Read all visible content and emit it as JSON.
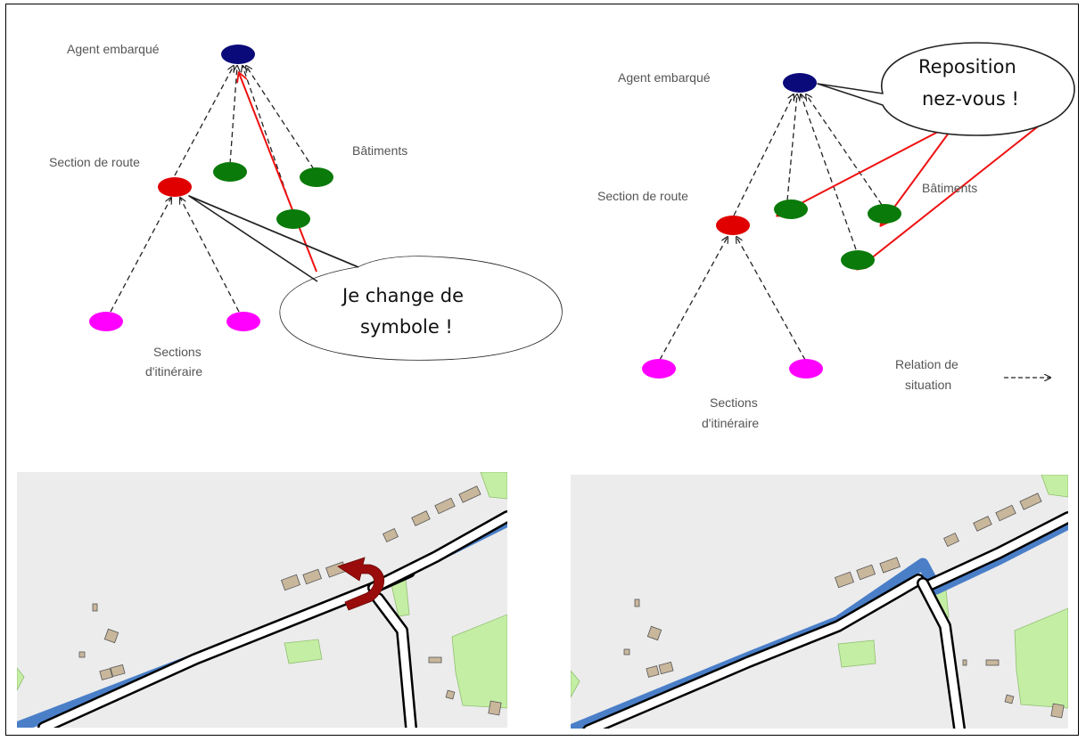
{
  "left_diagram": {
    "agent_label": "Agent embarqué",
    "road_label": "Section de route",
    "buildings_label": "Bâtiments",
    "itinerary_label_line1": "Sections",
    "itinerary_label_line2": "d'itinéraire",
    "bubble_line1": "Je change de",
    "bubble_line2": "symbole !"
  },
  "right_diagram": {
    "agent_label": "Agent embarqué",
    "road_label": "Section de route",
    "buildings_label": "Bâtiments",
    "itinerary_label_line1": "Sections",
    "itinerary_label_line2": "d'itinéraire",
    "bubble_line1": "Reposition",
    "bubble_line2": "nez-vous !",
    "legend_line1": "Relation de",
    "legend_line2": "situation"
  },
  "colors": {
    "agent": "#0a0a7a",
    "road_section": "#e00000",
    "building": "#0a7a0a",
    "itinerary": "#ff00ff",
    "arrow_red": "#ee1111",
    "route_blue": "#4a7fc8",
    "map_bg": "#ececec",
    "vegetation": "#c5eea5",
    "house": "#c9b79c",
    "turn_arrow": "#9a0c0c"
  }
}
